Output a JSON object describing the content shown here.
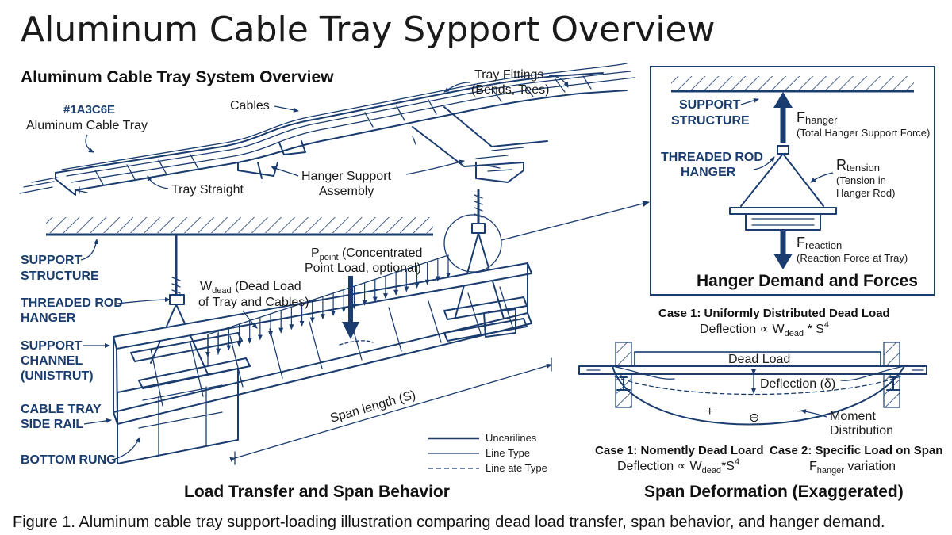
{
  "title": "Aluminum Cable Tray Sypport  Overview",
  "caption": "Figure 1. Aluminum cable tray support-loading illustration comparing dead load transfer, span behavior, and hanger demand.",
  "colors": {
    "primary": "#1A3C6E",
    "text": "#1a1a1a",
    "background": "#ffffff"
  },
  "overview": {
    "title": "Aluminum Cable Tray System Overview",
    "color_code": "#1A3C6E",
    "tray_label": "Aluminum Cable Tray",
    "cables": "Cables",
    "fittings_1": "Tray Fittings",
    "fittings_2": "(Bends, Tees)",
    "tray_straight": "Tray Straight",
    "hanger_1": "Hanger Support",
    "hanger_2": "Assembly"
  },
  "load_transfer": {
    "title": "Load Transfer and Span Behavior",
    "support_structure_1": "SUPPORT",
    "support_structure_2": "STRUCTURE",
    "rod_hanger_1": "THREADED ROD",
    "rod_hanger_2": "HANGER",
    "channel_1": "SUPPORT",
    "channel_2": "CHANNEL",
    "channel_3": "(UNISTRUT)",
    "side_rail_1": "CABLE TRAY",
    "side_rail_2": "SIDE RAIL",
    "bottom_rung": "BOTTOM RUNG",
    "wdead_main": "W",
    "wdead_sub": "dead",
    "wdead_rest": " (Dead Load",
    "wdead_2": "of Tray and Cables)",
    "ppoint_main": "P",
    "ppoint_sub": "point",
    "ppoint_rest": " (Concentrated",
    "ppoint_2": "Point Load, optional)",
    "span": "Span length (S)",
    "legend": [
      "Uncarilines",
      "Line Type",
      "Line ate Type"
    ]
  },
  "hanger_forces": {
    "title": "Hanger Demand and Forces",
    "support_1": "SUPPORT",
    "support_2": "STRUCTURE",
    "rod_1": "THREADED ROD",
    "rod_2": "HANGER",
    "f_main": "F",
    "f_sub": "hanger",
    "f_desc": "(Total Hanger Support Force)",
    "r_main": "R",
    "r_sub": "tension",
    "r_desc_1": "(Tension in",
    "r_desc_2": "Hanger Rod)",
    "fr_main": "F",
    "fr_sub": "reaction",
    "fr_desc": "(Reaction Force at Tray)"
  },
  "span_deformation": {
    "title": "Span Deformation (Exaggerated)",
    "case1_title": "Case 1: Uniformly Distributed Dead Load",
    "case1_formula_pre": "Deflection ∝ W",
    "case1_formula_sub": "dead",
    "case1_formula_post": " * S",
    "case1_formula_sup": "4",
    "dead_load": "Dead Load",
    "deflection": "Deflection (δ)",
    "plus": "+",
    "minus_circle": "⊖",
    "minus": "−",
    "moment_1": "Moment",
    "moment_2": "Distribution",
    "caseA_title": "Case 1: Nomently Dead Loard",
    "caseA_pre": "Deflection ∝ W",
    "caseA_sub": "dead",
    "caseA_post": "*S",
    "caseA_sup": "4",
    "caseB_title": "Case 2: Specific Load on Span",
    "caseB_main": "F",
    "caseB_sub": "hanger",
    "caseB_post": " variation"
  }
}
